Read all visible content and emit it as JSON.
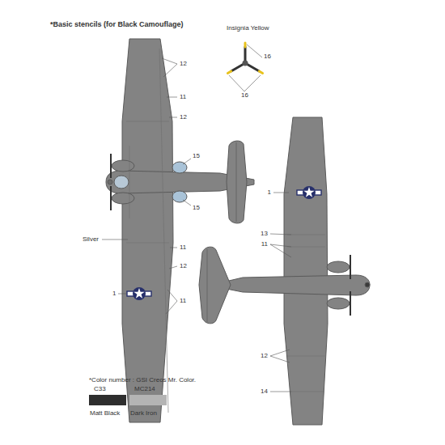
{
  "diagram": {
    "title": "*Basic stencils (for Black Camouflage)",
    "caption": "*Color number : GSI Creos Mr. Color.",
    "labels": [
      "Insignia Yellow",
      "16",
      "16",
      "12",
      "11",
      "12",
      "15",
      "15",
      "Silver",
      "11",
      "12",
      "11",
      "1",
      "1",
      "13",
      "11",
      "12",
      "14",
      "C33",
      "MC214"
    ],
    "legend": [
      {
        "text": "Matt Black",
        "color": "#2e2e2e"
      },
      {
        "text": "Dark Iron",
        "color": "#b4b4b4"
      }
    ]
  }
}
